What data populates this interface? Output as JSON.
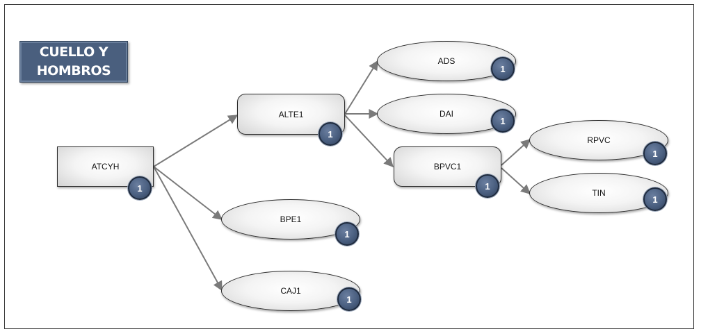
{
  "title": "CUELLO Y\nHOMBROS",
  "nodes": {
    "atcyh": {
      "label": "ATCYH",
      "badge": "1"
    },
    "alte1": {
      "label": "ALTE1",
      "badge": "1"
    },
    "bpe1": {
      "label": "BPE1",
      "badge": "1"
    },
    "caj1": {
      "label": "CAJ1",
      "badge": "1"
    },
    "ads": {
      "label": "ADS",
      "badge": "1"
    },
    "dai": {
      "label": "DAI",
      "badge": "1"
    },
    "bpvc1": {
      "label": "BPVC1",
      "badge": "1"
    },
    "rpvc": {
      "label": "RPVC",
      "badge": "1"
    },
    "tin": {
      "label": "TIN",
      "badge": "1"
    }
  },
  "edges": [
    [
      "atcyh",
      "alte1"
    ],
    [
      "atcyh",
      "bpe1"
    ],
    [
      "atcyh",
      "caj1"
    ],
    [
      "alte1",
      "ads"
    ],
    [
      "alte1",
      "dai"
    ],
    [
      "alte1",
      "bpvc1"
    ],
    [
      "bpvc1",
      "rpvc"
    ],
    [
      "bpvc1",
      "tin"
    ]
  ]
}
